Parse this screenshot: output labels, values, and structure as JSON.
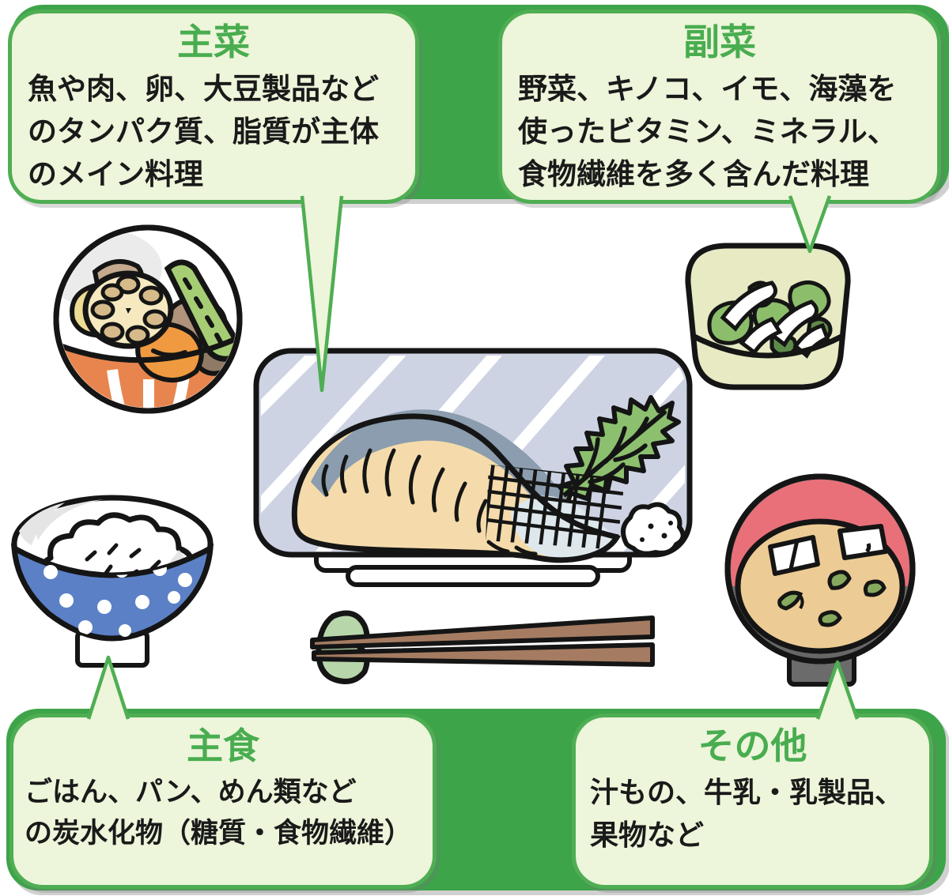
{
  "page": {
    "description": "Japanese balanced-meal diagram: a set meal (grilled fish, simmered vegetables, salad, rice, miso soup, chopsticks) with four callout labels",
    "background": "#ffffff"
  },
  "colors": {
    "band_green": "#3ea44a",
    "box_border_green": "#4fae53",
    "box_fill": "#edf5da",
    "title_green": "#49ad50",
    "body_text": "#1a1a1a"
  },
  "callouts": {
    "shusai": {
      "title": "主菜",
      "body": "魚や肉、卵、大豆製品などのタンパク質、脂質が主体のメイン料理",
      "lines": [
        "魚や肉、卵、大豆製品など",
        "のタンパク質、脂質が主体",
        "のメイン料理"
      ]
    },
    "fukusai": {
      "title": "副菜",
      "body": "野菜、キノコ、イモ、海藻を使ったビタミン、ミネラル、食物繊維を多く含んだ料理",
      "lines": [
        "野菜、キノコ、イモ、海藻を",
        "使ったビタミン、ミネラル、",
        "食物繊維を多く含んだ料理"
      ]
    },
    "shushoku": {
      "title": "主食",
      "body": "ごはん、パン、めん類などの炭水化物（糖質・食物繊維）",
      "lines": [
        "ごはん、パン、めん類など",
        "の炭水化物（糖質・食物繊維）"
      ]
    },
    "sonota": {
      "title": "その他",
      "body": "汁もの、牛乳・乳製品、果物など",
      "lines": [
        "汁もの、牛乳・乳製品、",
        "果物など"
      ]
    }
  },
  "illustrations": {
    "simmered_vegetables": "nimono-bowl",
    "salad": "side-salad-bowl",
    "grilled_fish": "grilled-fish-plate",
    "rice": "rice-bowl",
    "miso_soup": "miso-soup-bowl",
    "chopsticks": "chopsticks-on-rest"
  }
}
